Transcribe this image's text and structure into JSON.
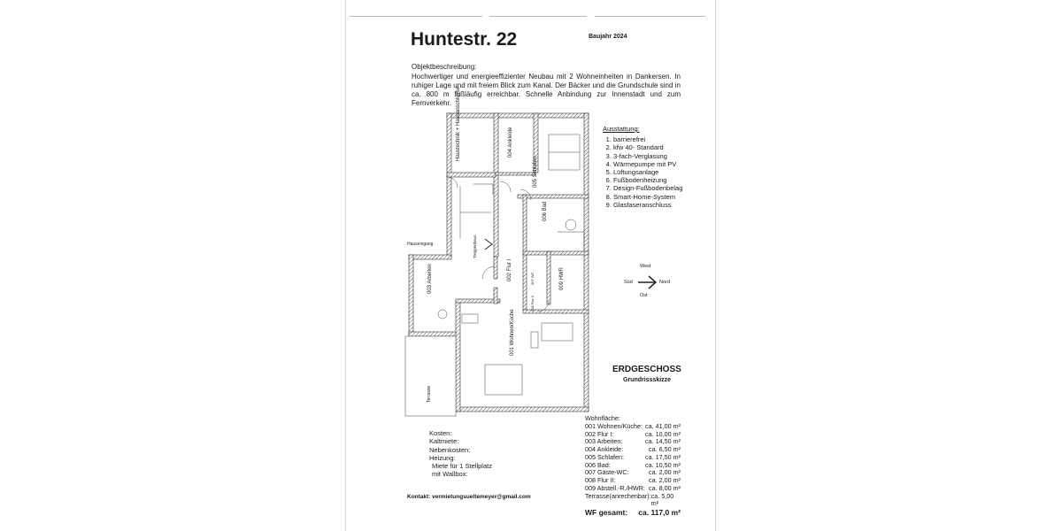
{
  "title": "Huntestr. 22",
  "baujahr": "Baujahr 2024",
  "description": {
    "heading": "Objektbeschreibung:",
    "text": "Hochwertiger und energieeffizienter Neubau mit 2 Wohneinheiten in Dankersen. In ruhiger Lage und mit freiem Blick zum Kanal. Der Bäcker und die Grundschule sind in ca. 800 m fußläufig erreichbar. Schnelle Anbindung zur Innenstadt und zum Fernverkehr."
  },
  "ausstattung": {
    "heading": "Ausstattung:",
    "items": [
      "barrierefrei",
      "kfw 40- Standard",
      "3-fach-Verglasung",
      "Wärmepumpe mit PV",
      "Lüftungsanlage",
      "Fußbodenheizung",
      "Design-Fußbodenbelag",
      "Smart-Home-System",
      "Glasfaseranschluss"
    ]
  },
  "plan": {
    "rooms": {
      "haustechnik": "Haustechnik + Hausanschlüsse",
      "ankleide": "004 Ankleide",
      "schlafen": "005 Schlafen",
      "bad": "006 Bad",
      "treppe": "Treppenhaus",
      "hauseingang": "Hauseingang",
      "flur1": "002 Flur I",
      "wc": "007 WC",
      "hwr": "009 HWR",
      "flur2": "008 Flur II",
      "arbeiten": "003 Arbeiten",
      "wohnen": "001 Wohnen/Küche",
      "terrasse": "Terrasse"
    },
    "floor": "ERDGESCHOSS",
    "subtitle": "Grundrissskizze"
  },
  "compass": {
    "west": "West",
    "ost": "Ost",
    "sued": "Süd",
    "nord": "Nord"
  },
  "kosten": [
    "Kosten:",
    "Kaltmiete:",
    "Nebenkosten:",
    "Heizung:",
    "Miete für 1 Stellplatz",
    "mit Wallbox:"
  ],
  "kontakt": "Kontakt: vermietungsueltemeyer@gmail.com",
  "wohnflaeche": {
    "heading": "Wohnfläche:",
    "rows": [
      {
        "room": "001 Wohnen/Küche:",
        "area": "ca. 41,00 m²"
      },
      {
        "room": "002 Flur I:",
        "area": "ca. 10,00 m²"
      },
      {
        "room": "003 Arbeiten:",
        "area": "ca. 14,50 m²"
      },
      {
        "room": "004 Ankleide:",
        "area": "ca. 6,50 m²"
      },
      {
        "room": "005 Schlafen:",
        "area": "ca. 17,50 m²"
      },
      {
        "room": "006 Bad:",
        "area": "ca. 10,50 m²"
      },
      {
        "room": "007 Gäste-WC:",
        "area": "ca. 2,00 m²"
      },
      {
        "room": "008 Flur II:",
        "area": "ca. 2,00 m²"
      },
      {
        "room": "009 Abstell.-R./HWR:",
        "area": "ca. 8,00 m²"
      },
      {
        "room": "Terrasse(anrechenbar):",
        "area": "ca. 5,00 m²"
      }
    ],
    "total_label": "WF gesamt:",
    "total": "ca. 117,0 m²"
  }
}
